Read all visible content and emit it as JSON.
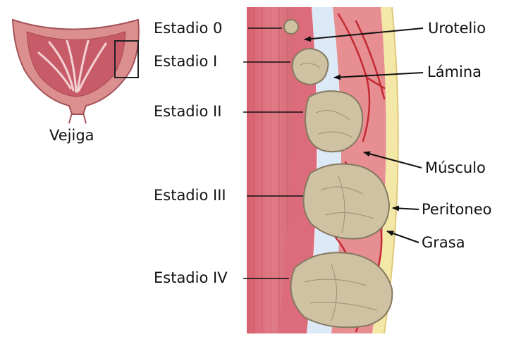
{
  "organ_label": "Vejiga",
  "stages": [
    {
      "label": "Estadio 0"
    },
    {
      "label": "Estadio I"
    },
    {
      "label": "Estadio II"
    },
    {
      "label": "Estadio III"
    },
    {
      "label": "Estadio IV"
    }
  ],
  "layers": [
    {
      "label": "Urotelio"
    },
    {
      "label": "Lámina"
    },
    {
      "label": "Músculo"
    },
    {
      "label": "Peritoneo"
    },
    {
      "label": "Grasa"
    }
  ],
  "colors": {
    "bladder_outer": "#d98a8a",
    "bladder_inner": "#c45a66",
    "urothelium": "#d9657a",
    "lamina": "#dbe8f5",
    "muscle": "#e48a8e",
    "vessel": "#c62b33",
    "fat": "#f3e7a6",
    "tumor": "#cfc3a5",
    "tumor_edge": "#8c7f64"
  }
}
